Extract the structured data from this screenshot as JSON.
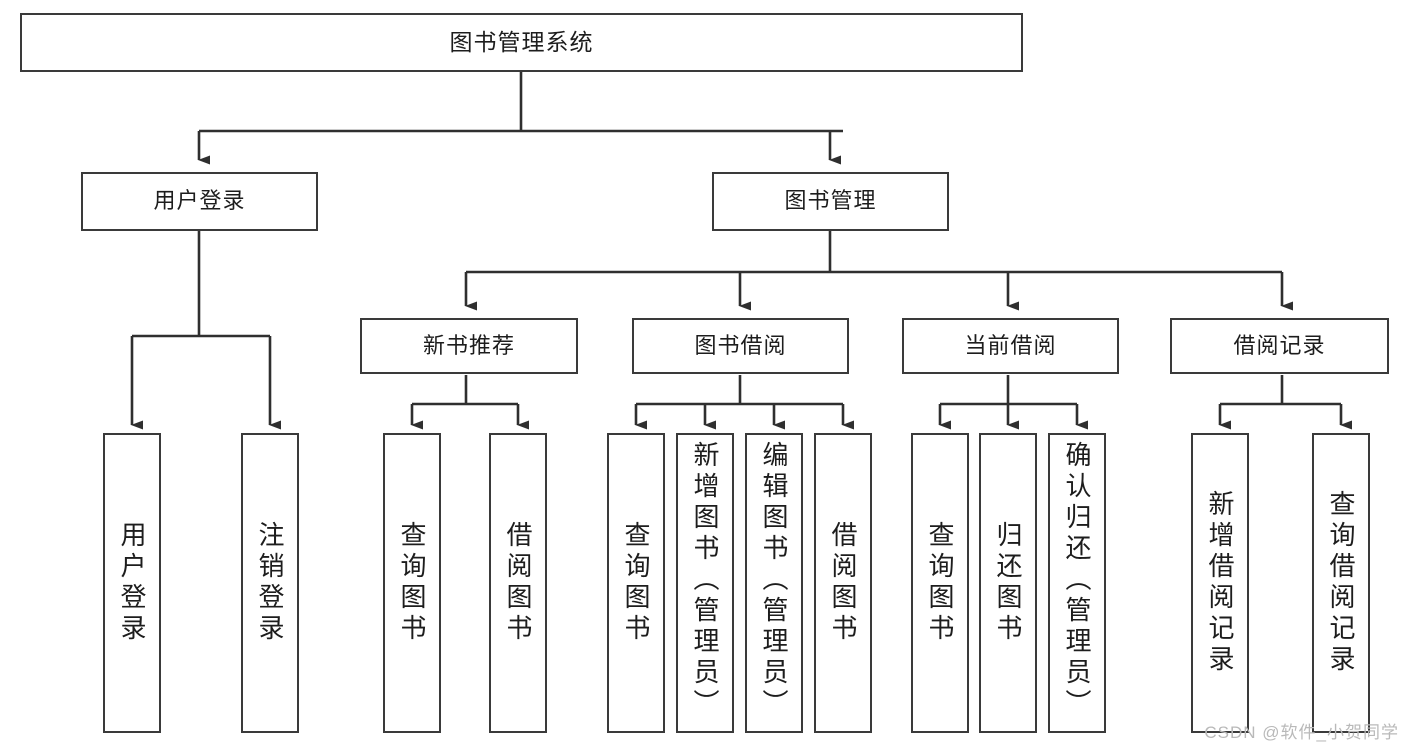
{
  "diagram": {
    "type": "tree-hierarchy",
    "title": "图书管理系统",
    "watermark": "CSDN @软件_小贺同学",
    "colors": {
      "stroke": "#3a3a3a",
      "fill": "#ffffff",
      "text": "#1d1d1d",
      "watermark": "#b9b9b9"
    },
    "nodes": {
      "root": {
        "label": "图书管理系统",
        "level": 0,
        "orientation": "horizontal"
      },
      "l1": [
        {
          "id": "user-login",
          "label": "用户登录",
          "level": 1,
          "orientation": "horizontal"
        },
        {
          "id": "book-manage",
          "label": "图书管理",
          "level": 1,
          "orientation": "horizontal"
        }
      ],
      "l2": [
        {
          "id": "new-book-recommend",
          "label": "新书推荐",
          "level": 2,
          "orientation": "horizontal"
        },
        {
          "id": "book-borrow",
          "label": "图书借阅",
          "level": 2,
          "orientation": "horizontal"
        },
        {
          "id": "current-borrow",
          "label": "当前借阅",
          "level": 2,
          "orientation": "horizontal"
        },
        {
          "id": "borrow-record",
          "label": "借阅记录",
          "level": 2,
          "orientation": "horizontal"
        }
      ],
      "leaves": [
        {
          "id": "leaf-user-login",
          "label": "用户登录",
          "parent": "user-login",
          "orientation": "vertical",
          "align": "middle"
        },
        {
          "id": "leaf-logout",
          "label": "注销登录",
          "parent": "user-login",
          "orientation": "vertical",
          "align": "middle"
        },
        {
          "id": "leaf-query-book-1",
          "label": "查询图书",
          "parent": "new-book-recommend",
          "orientation": "vertical",
          "align": "middle"
        },
        {
          "id": "leaf-borrow-book-1",
          "label": "借阅图书",
          "parent": "new-book-recommend",
          "orientation": "vertical",
          "align": "middle"
        },
        {
          "id": "leaf-query-book-2",
          "label": "查询图书",
          "parent": "book-borrow",
          "orientation": "vertical",
          "align": "middle"
        },
        {
          "id": "leaf-add-book",
          "label": "新增图书（管理员）",
          "parent": "book-borrow",
          "orientation": "vertical",
          "align": "top"
        },
        {
          "id": "leaf-edit-book",
          "label": "编辑图书（管理员）",
          "parent": "book-borrow",
          "orientation": "vertical",
          "align": "top"
        },
        {
          "id": "leaf-borrow-book-2",
          "label": "借阅图书",
          "parent": "book-borrow",
          "orientation": "vertical",
          "align": "middle"
        },
        {
          "id": "leaf-query-book-3",
          "label": "查询图书",
          "parent": "current-borrow",
          "orientation": "vertical",
          "align": "middle"
        },
        {
          "id": "leaf-return-book",
          "label": "归还图书",
          "parent": "current-borrow",
          "orientation": "vertical",
          "align": "middle"
        },
        {
          "id": "leaf-confirm-return",
          "label": "确认归还（管理员）",
          "parent": "current-borrow",
          "orientation": "vertical",
          "align": "top"
        },
        {
          "id": "leaf-add-record",
          "label": "新增借阅记录",
          "parent": "borrow-record",
          "orientation": "vertical",
          "align": "middle"
        },
        {
          "id": "leaf-query-record",
          "label": "查询借阅记录",
          "parent": "borrow-record",
          "orientation": "vertical",
          "align": "middle"
        }
      ]
    }
  }
}
